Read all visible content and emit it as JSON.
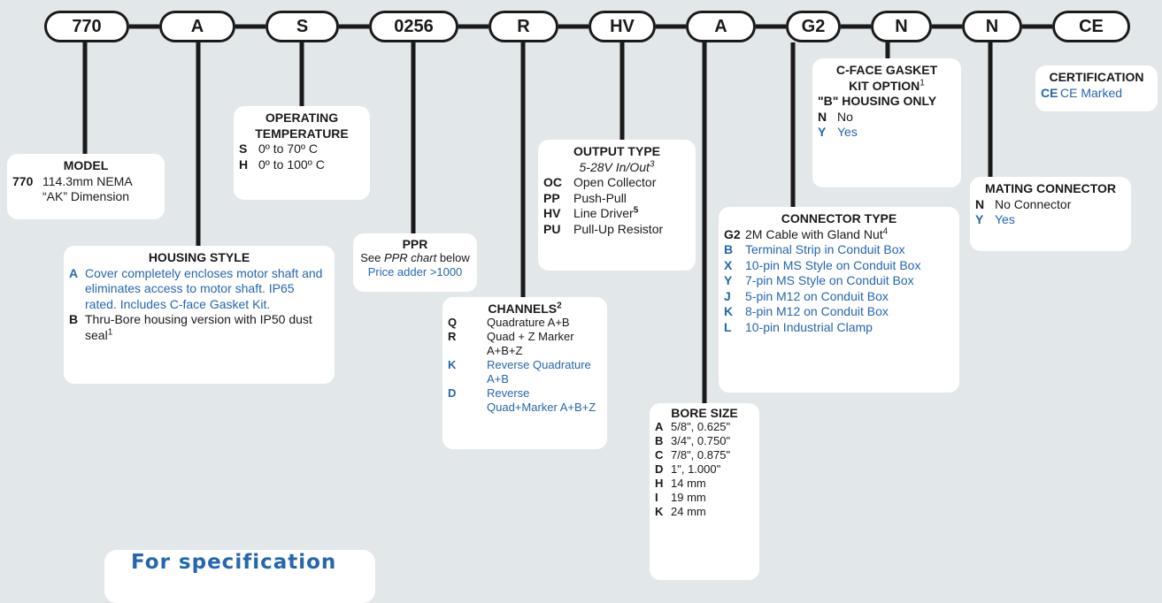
{
  "part_number": [
    "770",
    "A",
    "S",
    "0256",
    "R",
    "HV",
    "A",
    "G2",
    "N",
    "N",
    "CE"
  ],
  "model": {
    "title": "MODEL",
    "code": "770",
    "desc1": "114.3mm NEMA",
    "desc2": "“AK” Dimension"
  },
  "housing": {
    "title": "HOUSING STYLE",
    "items": [
      {
        "code": "A",
        "desc": "Cover completely encloses motor shaft and eliminates access to motor shaft.  IP65 rated.  Includes C-face Gasket Kit."
      },
      {
        "code": "B",
        "desc": "Thru-Bore housing version with IP50 dust seal",
        "note": "1"
      }
    ]
  },
  "temp": {
    "title1": "OPERATING",
    "title2": "TEMPERATURE",
    "items": [
      {
        "code": "S",
        "desc": "0º to 70º C"
      },
      {
        "code": "H",
        "desc": "0º to 100º C"
      }
    ]
  },
  "ppr": {
    "title": "PPR",
    "line_prefix": "See ",
    "line_em": "PPR chart",
    "line_suffix": " below",
    "adder": "Price adder >1000"
  },
  "channels": {
    "title": "CHANNELS",
    "title_note": "2",
    "items": [
      {
        "code": "Q",
        "desc": "Quadrature A+B"
      },
      {
        "code": "R",
        "desc": "Quad + Z Marker A+B+Z"
      },
      {
        "code": "K",
        "desc": "Reverse Quadrature A+B"
      },
      {
        "code": "D",
        "desc": "Reverse Quad+Marker A+B+Z"
      }
    ]
  },
  "output": {
    "title": "OUTPUT TYPE",
    "subtitle": "5-28V In/Out",
    "subtitle_note": "3",
    "items": [
      {
        "code": "OC",
        "desc": "Open Collector"
      },
      {
        "code": "PP",
        "desc": "Push-Pull"
      },
      {
        "code": "HV",
        "desc": "Line Driver",
        "note": "5"
      },
      {
        "code": "PU",
        "desc": "Pull-Up Resistor"
      }
    ]
  },
  "bore": {
    "title": "BORE SIZE",
    "items": [
      {
        "code": "A",
        "desc": "5/8\", 0.625\""
      },
      {
        "code": "B",
        "desc": "3/4\", 0.750\""
      },
      {
        "code": "C",
        "desc": "7/8\", 0.875\""
      },
      {
        "code": "D",
        "desc": "1\", 1.000\""
      },
      {
        "code": "H",
        "desc": "14 mm"
      },
      {
        "code": "I",
        "desc": "19 mm"
      },
      {
        "code": "K",
        "desc": "24 mm"
      }
    ]
  },
  "connector": {
    "title": "CONNECTOR TYPE",
    "items": [
      {
        "code": "G2",
        "desc": "2M Cable with Gland Nut",
        "note": "4"
      },
      {
        "code": "B",
        "desc": "Terminal Strip in Conduit Box"
      },
      {
        "code": "X",
        "desc": "10-pin MS Style on Conduit Box"
      },
      {
        "code": "Y",
        "desc": "7-pin MS Style on Conduit Box"
      },
      {
        "code": "J",
        "desc": "5-pin M12 on Conduit Box"
      },
      {
        "code": "K",
        "desc": "8-pin M12 on Conduit Box"
      },
      {
        "code": "L",
        "desc": "10-pin Industrial Clamp"
      }
    ]
  },
  "gasket": {
    "title1": "C-FACE GASKET",
    "title2": "KIT OPTION",
    "title_note": "1",
    "title3": "\"B\" HOUSING ONLY",
    "items": [
      {
        "code": "N",
        "desc": "No"
      },
      {
        "code": "Y",
        "desc": "Yes"
      }
    ]
  },
  "mating": {
    "title": "MATING CONNECTOR",
    "items": [
      {
        "code": "N",
        "desc": "No Connector"
      },
      {
        "code": "Y",
        "desc": "Yes"
      }
    ]
  },
  "cert": {
    "title": "CERTIFICATION",
    "items": [
      {
        "code": "CE",
        "desc": "CE Marked"
      }
    ]
  },
  "spec_note": "For specification",
  "colors": {
    "accent_blue": "#2467b0",
    "background": "#e2e7ea",
    "line": "#1a1a1a"
  }
}
